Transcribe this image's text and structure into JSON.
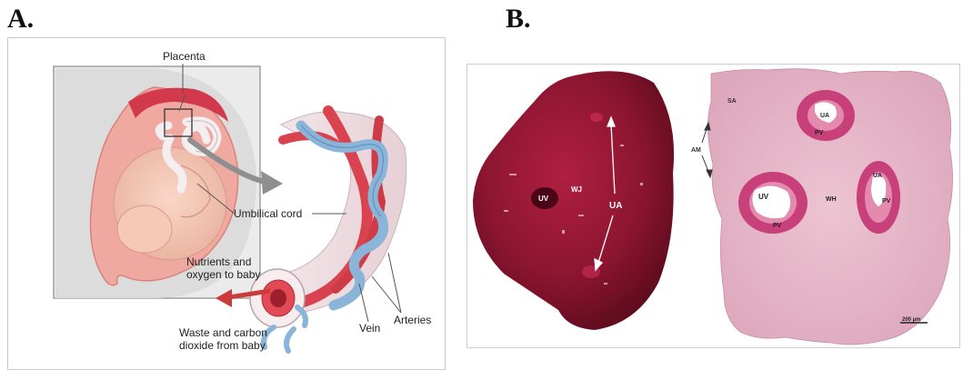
{
  "panels": {
    "a": {
      "letter": "A.",
      "labels": {
        "placenta": "Placenta",
        "umbilical_cord": "Umbilical cord",
        "nutrients_line1": "Nutrients and",
        "nutrients_line2": "oxygen to baby",
        "waste_line1": "Waste and carbon",
        "waste_line2": "dioxide from baby",
        "vein": "Vein",
        "arteries": "Arteries"
      }
    },
    "b": {
      "letter": "B.",
      "gross": {
        "uv": "UV",
        "wj": "WJ",
        "ua": "UA"
      },
      "histology": {
        "sa": "SA",
        "am": "AM",
        "ua_top": "UA",
        "pv_top": "PV",
        "ua_right": "UA",
        "pv_right": "PV",
        "uv": "UV",
        "pv_left": "PV",
        "wh": "WH",
        "scale_bar": "200 µm"
      }
    }
  },
  "colors": {
    "tissue_dark": "#7a1029",
    "tissue_mid": "#a61a3a",
    "histology_pink": "#e6b3c6",
    "vessel_wall": "#c8407a",
    "artery_red": "#d9434f",
    "vein_blue": "#8ab4d8"
  }
}
